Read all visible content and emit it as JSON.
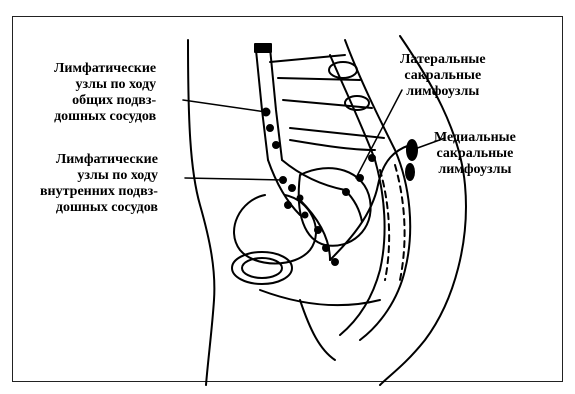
{
  "labels": {
    "common_iliac": {
      "lines": [
        "Лимфатические",
        "узлы по ходу",
        "общих подвз-",
        "дошных сосудов"
      ]
    },
    "internal_iliac": {
      "lines": [
        "Лимфатические",
        "узлы по ходу",
        "внутренних подвз-",
        "дошных сосудов"
      ]
    },
    "lateral_sacral": {
      "lines": [
        "Латеральные",
        "сакральные",
        "лимфоузлы"
      ]
    },
    "medial_sacral": {
      "lines": [
        "Медиальные",
        "сакральные",
        "лимфоузлы"
      ]
    }
  }
}
